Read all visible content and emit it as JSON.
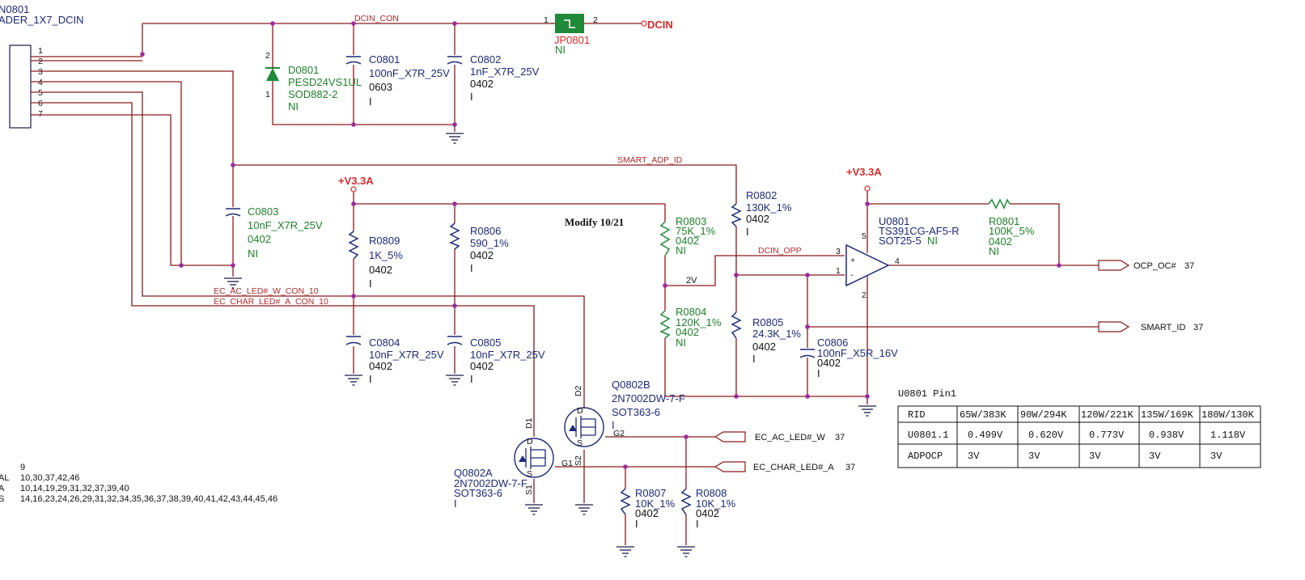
{
  "header": {
    "ref": "N0801",
    "name": "ADER_1X7_DCIN"
  },
  "connector_pins": [
    "1",
    "2",
    "3",
    "4",
    "5",
    "6",
    "7"
  ],
  "nets": {
    "dcin_con": "DCIN_CON",
    "smart_adp_id": "SMART_ADP_ID",
    "dcin_opp": "DCIN_OPP",
    "two_v": "2V",
    "ec_ac_led_con": "EC_AC_LED#_W_CON_10",
    "ec_char_led_con": "EC_CHAR_LED#_A_CON_10"
  },
  "power": {
    "dcin": "DCIN",
    "v33a_left": "+V3.3A",
    "v33a_right": "+V3.3A"
  },
  "annotation": "Modify 10/21",
  "components": {
    "jp0801": {
      "ref": "JP0801",
      "pop": "NI",
      "pin1": "1",
      "pin2": "2"
    },
    "d0801": {
      "ref": "D0801",
      "value": "PESD24VS1UL",
      "pkg": "SOD882-2",
      "pop": "NI",
      "pin1": "1",
      "pin2": "2"
    },
    "c0801": {
      "ref": "C0801",
      "value": "100nF_X7R_25V",
      "pkg": "0603",
      "pop": "I"
    },
    "c0802": {
      "ref": "C0802",
      "value": "1nF_X7R_25V",
      "pkg": "0402",
      "pop": "I"
    },
    "c0803": {
      "ref": "C0803",
      "value": "10nF_X7R_25V",
      "pkg": "0402",
      "pop": "NI"
    },
    "r0809": {
      "ref": "R0809",
      "value": "1K_5%",
      "pkg": "0402",
      "pop": "I"
    },
    "r0806": {
      "ref": "R0806",
      "value": "590_1%",
      "pkg": "0402",
      "pop": "I"
    },
    "c0804": {
      "ref": "C0804",
      "value": "10nF_X7R_25V",
      "pkg": "0402",
      "pop": "I"
    },
    "c0805": {
      "ref": "C0805",
      "value": "10nF_X7R_25V",
      "pkg": "0402",
      "pop": "I"
    },
    "r0803": {
      "ref": "R0803",
      "value": "75K_1%",
      "pkg": "0402",
      "pop": "NI"
    },
    "r0804": {
      "ref": "R0804",
      "value": "120K_1%",
      "pkg": "0402",
      "pop": "NI"
    },
    "r0802": {
      "ref": "R0802",
      "value": "130K_1%",
      "pkg": "0402",
      "pop": "I"
    },
    "r0805": {
      "ref": "R0805",
      "value": "24.3K_1%",
      "pkg": "0402",
      "pop": "I"
    },
    "c0806": {
      "ref": "C0806",
      "value": "100nF_X5R_16V",
      "pkg": "0402",
      "pop": "I"
    },
    "u0801": {
      "ref": "U0801",
      "value": "TS391CG-AF5-R",
      "pkg": "SOT25-5",
      "pop": "NI",
      "pin1": "1",
      "pin2": "2",
      "pin3": "3",
      "pin4": "4",
      "pin5": "5",
      "plus": "+",
      "minus": "-"
    },
    "r0801": {
      "ref": "R0801",
      "value": "100K_5%",
      "pkg": "0402",
      "pop": "NI"
    },
    "q0802b": {
      "ref": "Q0802B",
      "value": "2N7002DW-7-F",
      "pkg": "SOT363-6",
      "pop": "I",
      "d": "D2",
      "g": "G2",
      "s": "S2"
    },
    "q0802a": {
      "ref": "Q0802A",
      "value": "2N7002DW-7-F",
      "pkg": "SOT363-6",
      "pop": "I",
      "d": "D1",
      "g": "G1",
      "s": "S1"
    },
    "r0807": {
      "ref": "R0807",
      "value": "10K_1%",
      "pkg": "0402",
      "pop": "I"
    },
    "r0808": {
      "ref": "R0808",
      "value": "10K_1%",
      "pkg": "0402",
      "pop": "I"
    }
  },
  "ports": {
    "ocp_oc": {
      "name": "OCP_OC#",
      "page": "37"
    },
    "smart_id": {
      "name": "SMART_ID",
      "page": "37"
    },
    "ec_ac_led": {
      "name": "EC_AC_LED#_W",
      "page": "37"
    },
    "ec_char_led": {
      "name": "EC_CHAR_LED#_A",
      "page": "37"
    }
  },
  "ref_list": [
    {
      "label": "",
      "value": "9"
    },
    {
      "label": "AL",
      "value": "10,30,37,42,46"
    },
    {
      "label": "A",
      "value": "10,14,19,29,31,32,37,39,40"
    },
    {
      "label": "S",
      "value": "14,16,23,24,26,29,31,32,34,35,36,37,38,39,40,41,42,43,44,45,46"
    }
  ],
  "pin_table": {
    "title": "U0801 Pin1",
    "headers": [
      "RID",
      "65W/383K",
      "90W/294K",
      "120W/221K",
      "135W/169K",
      "180W/130K"
    ],
    "rows": [
      [
        "U0801.1",
        "0.499V",
        "0.620V",
        "0.773V",
        "0.938V",
        "1.118V"
      ],
      [
        "ADPOCP",
        "3V",
        "3V",
        "3V",
        "3V",
        "3V"
      ]
    ]
  },
  "colors": {
    "wire": "#8a1a1a",
    "junction": "#9c2aa0",
    "ref_blue": "#1c2a78",
    "ref_green": "#1f7f2a",
    "power_red": "#d42b2b",
    "jumper_green": "#1e8a3a"
  }
}
